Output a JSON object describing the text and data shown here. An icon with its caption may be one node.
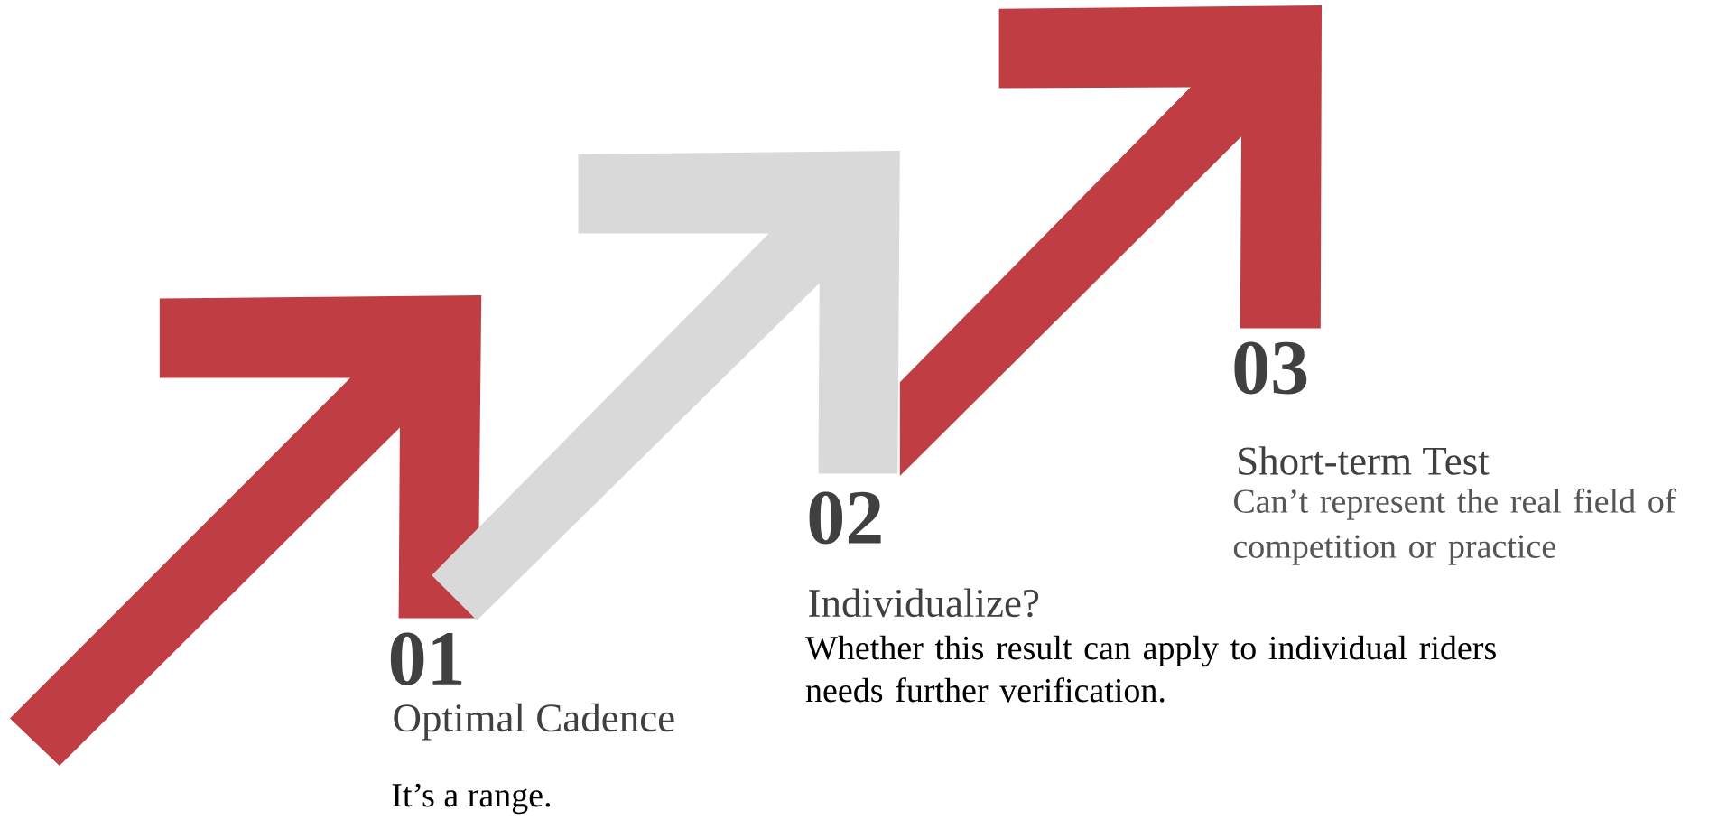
{
  "diagram": {
    "labels": [
      "01",
      "Optimal Cadence",
      "It’s a range.",
      "02",
      "Individualize?",
      "Whether this result can apply to individual riders needs further verification.",
      "03",
      "Short-term Test",
      "Can’t represent the real field of competition or practice"
    ]
  }
}
